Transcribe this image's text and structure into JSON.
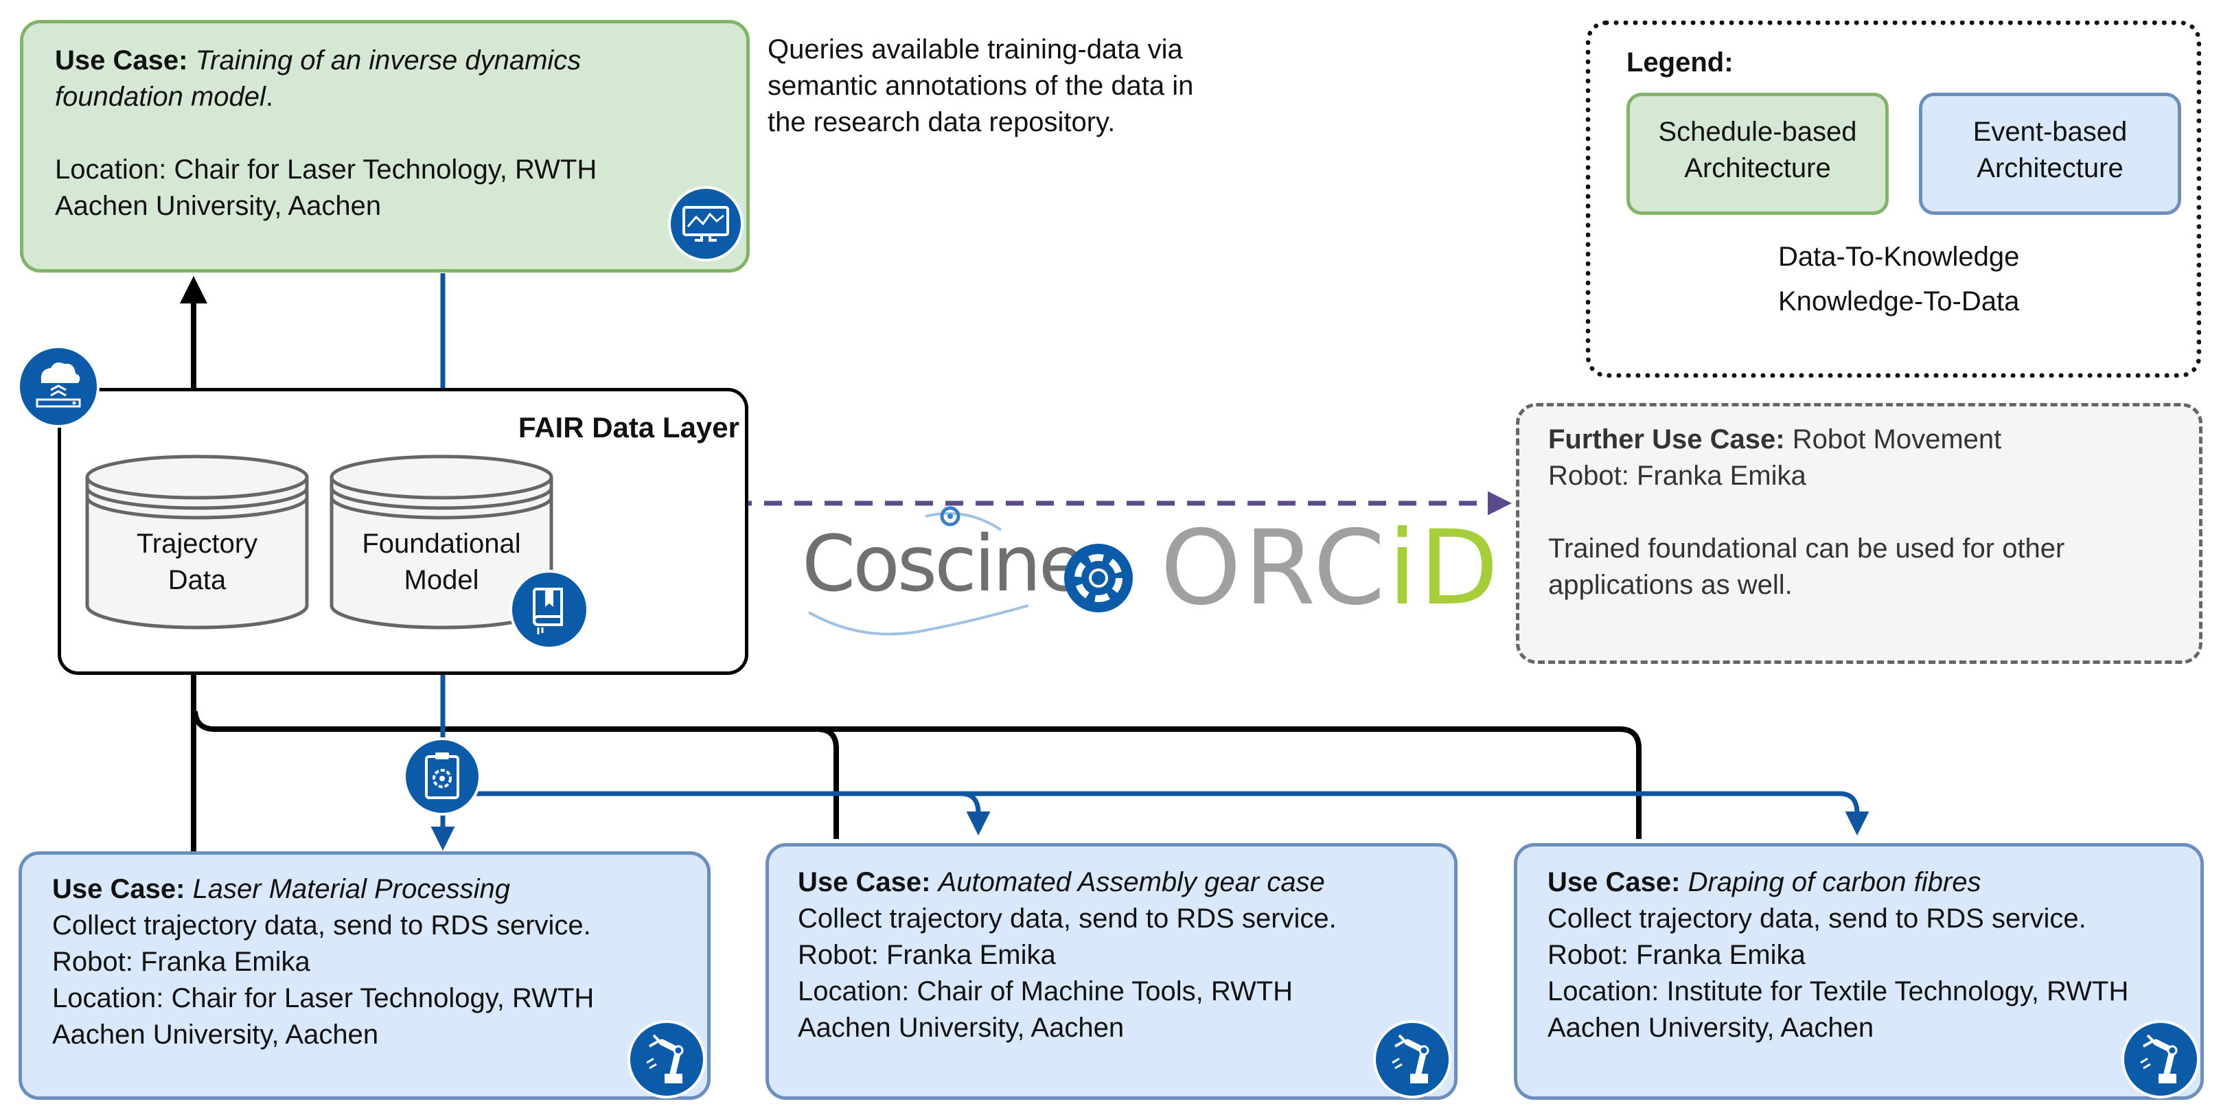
{
  "colors": {
    "schedule_fill": "#d5e8d4",
    "schedule_border": "#82b366",
    "event_fill": "#dae8fc",
    "event_border": "#6c8ebf",
    "data_to_knowledge": "#000000",
    "knowledge_to_data": "#1055a0",
    "icon_blue": "#0b5ba8",
    "dashed_link": "#5b4b8a",
    "orcid_green": "#a6ce39",
    "coscine_gray": "#707070"
  },
  "top_use_case": {
    "label": "Use Case:",
    "title_line1": "Training of an inverse dynamics",
    "title_line2": "foundation model",
    "title_end": ".",
    "location_line1": "Location: Chair for Laser Technology, RWTH",
    "location_line2": "Aachen University, Aachen",
    "icon": "monitor-chart-icon"
  },
  "query_note": {
    "line1": "Queries available training-data via",
    "line2": "semantic annotations of the data in",
    "line3": "the research data repository."
  },
  "fair_layer": {
    "title": "FAIR Data Layer",
    "trajectory_line1": "Trajectory",
    "trajectory_line2": "Data",
    "model_line1": "Foundational",
    "model_line2": "Model",
    "cloud_icon": "cloud-upload-icon",
    "model_icon": "book-icon"
  },
  "legend": {
    "title": "Legend:",
    "schedule_line1": "Schedule-based",
    "schedule_line2": "Architecture",
    "event_line1": "Event-based",
    "event_line2": "Architecture",
    "data_to_knowledge": "Data-To-Knowledge",
    "knowledge_to_data": "Knowledge-To-Data"
  },
  "further_use_case": {
    "label": "Further Use Case:",
    "title": "Robot Movement",
    "robot": "Robot: Franka Emika",
    "desc_line1": "Trained foundational can be used for other",
    "desc_line2": "applications as well."
  },
  "logos": {
    "coscine": "Coscine",
    "orcid_prefix": "ORC",
    "orcid_suffix": "iD"
  },
  "use_cases": [
    {
      "label": "Use Case:",
      "title": "Laser Material Processing",
      "action": "Collect trajectory data, send to RDS service.",
      "robot": "Robot: Franka Emika",
      "location_line1": "Location: Chair for Laser Technology, RWTH",
      "location_line2": "Aachen University, Aachen"
    },
    {
      "label": "Use Case:",
      "title": "Automated Assembly gear case",
      "action": "Collect trajectory data, send to RDS service.",
      "robot": "Robot: Franka Emika",
      "location_line1": "Location: Chair of Machine Tools, RWTH",
      "location_line2": "Aachen University, Aachen"
    },
    {
      "label": "Use Case:",
      "title": "Draping of carbon fibres",
      "action": "Collect trajectory data, send to RDS service.",
      "robot": "Robot: Franka Emika",
      "location_line1": "Location: Institute for Textile Technology, RWTH",
      "location_line2": "Aachen University, Aachen"
    }
  ]
}
